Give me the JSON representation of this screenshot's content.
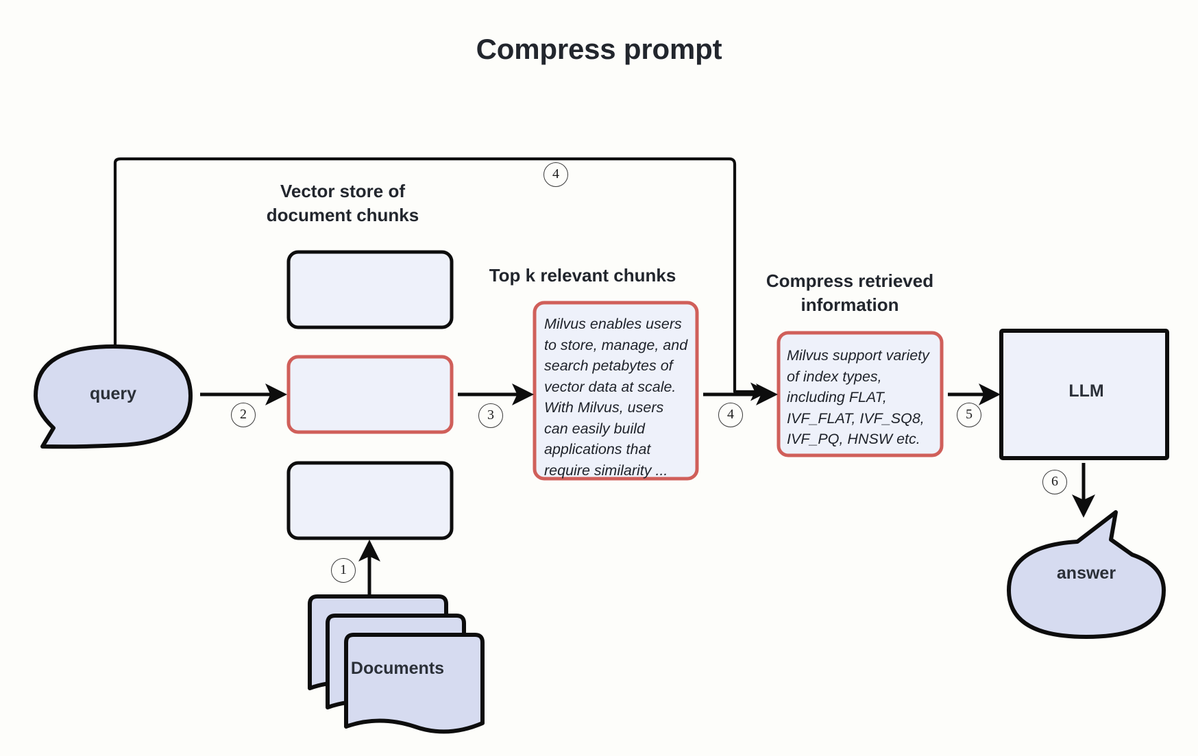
{
  "title": "Compress prompt",
  "captions": {
    "vector_store": "Vector store of\ndocument chunks",
    "top_k": "Top k relevant chunks",
    "compress": "Compress retrieved\ninformation"
  },
  "nodes": {
    "query": "query",
    "answer": "answer",
    "llm": "LLM",
    "documents": "Documents"
  },
  "chunks": {
    "retrieved_text": "Milvus enables users to store, manage, and search petabytes of vector data at scale. With Milvus, users can easily build applications that require similarity ...",
    "compressed_text": "Milvus support variety of index types, including FLAT, IVF_FLAT, IVF_SQ8, IVF_PQ, HNSW etc."
  },
  "steps": {
    "s1": "①",
    "s2": "②",
    "s3": "③",
    "s4a": "④",
    "s4b": "④",
    "s5": "⑤",
    "s6": "⑥"
  },
  "step_labels": {
    "n1": "1",
    "n2": "2",
    "n3": "3",
    "n4a": "4",
    "n4b": "4",
    "n5": "5",
    "n6": "6"
  },
  "colors": {
    "background": "#fdfdfa",
    "shape_fill": "#eef1fa",
    "bubble_fill": "#d6dbf0",
    "stroke_dark": "#0d0d0d",
    "stroke_highlight": "#d05f5a",
    "text": "#22262d"
  },
  "vector_store_slots": [
    {
      "id": "slot-top",
      "highlighted": false
    },
    {
      "id": "slot-middle",
      "highlighted": true
    },
    {
      "id": "slot-bottom",
      "highlighted": false
    }
  ]
}
